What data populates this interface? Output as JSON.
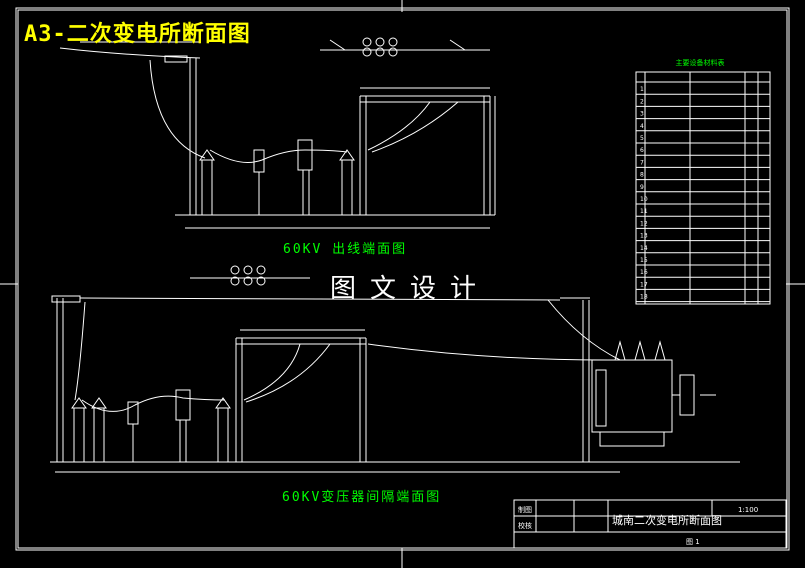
{
  "drawing": {
    "title": "A3-二次变电所断面图",
    "watermark": "图文设计",
    "section1_label": "60KV 出线端面图",
    "section2_label": "60KV变压器间隔端面图"
  },
  "equipment_table": {
    "header": "主要设备材料表",
    "rows": [
      "1",
      "2",
      "3",
      "4",
      "5",
      "6",
      "7",
      "8",
      "9",
      "10",
      "11",
      "12",
      "13",
      "14",
      "15",
      "16",
      "17",
      "18"
    ]
  },
  "title_block": {
    "drawn_label": "制图",
    "checked_label": "校核",
    "drawing_name": "城南二次变电所断面图",
    "scale": "1:100",
    "sheet": "图 1"
  },
  "colors": {
    "background": "#000000",
    "line": "#ffffff",
    "annotation": "#00ff00",
    "title": "#ffff00"
  }
}
